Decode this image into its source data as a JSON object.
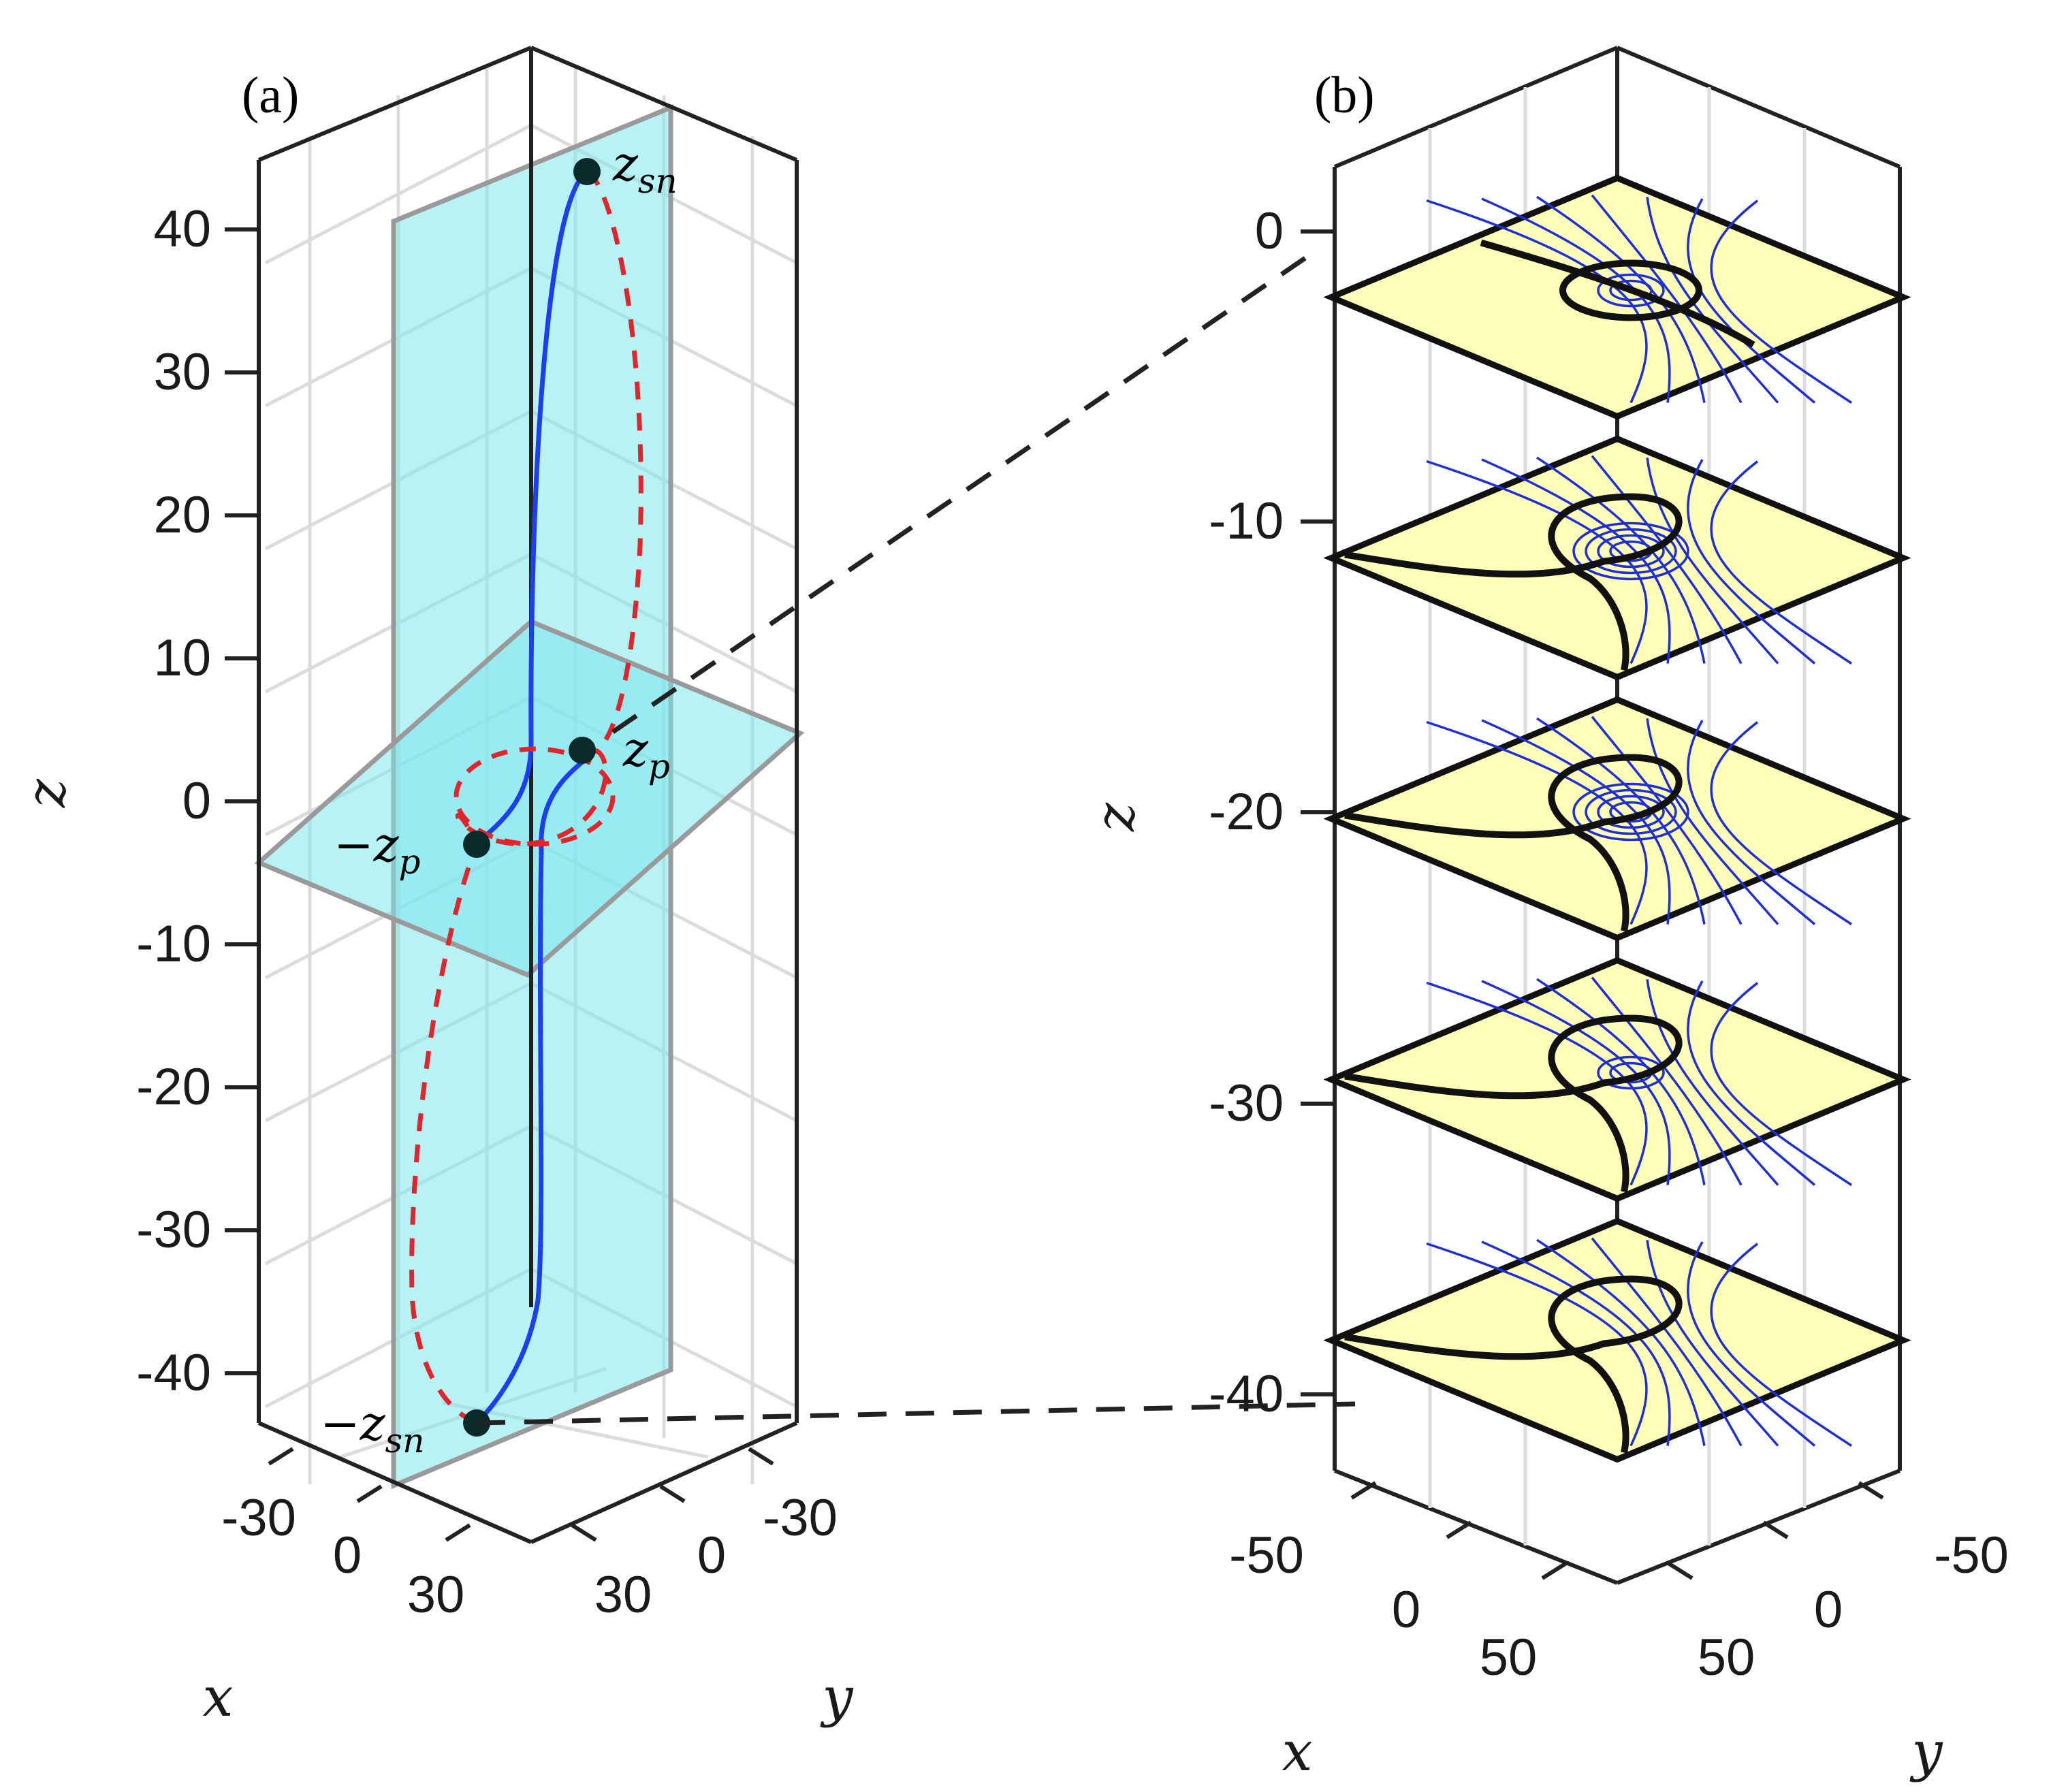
{
  "chart_data": [
    {
      "panel_label": "(a)",
      "type": "line",
      "zlabel": "z",
      "xlabel": "x",
      "ylabel": "y",
      "z_ticks": [
        "40",
        "30",
        "20",
        "10",
        "0",
        "-10",
        "-20",
        "-30",
        "-40"
      ],
      "x_ticks": [
        "-30",
        "0",
        "30"
      ],
      "y_ticks": [
        "-30",
        "0",
        "30"
      ],
      "zlim": [
        -45,
        45
      ],
      "grid": true,
      "planes": [
        {
          "orientation": "vertical",
          "color": "#7ee8ec"
        },
        {
          "orientation": "horizontal",
          "z": 0,
          "color": "#7ee8ec"
        }
      ],
      "series": [
        {
          "style": "solid",
          "color": "#1e3ff0",
          "z": [
            44,
            30,
            15,
            5,
            2,
            -2,
            -5,
            -15,
            -30,
            -44
          ]
        },
        {
          "style": "dashed",
          "color": "#e0262d",
          "z": [
            44,
            25,
            8,
            3,
            -3,
            -8,
            -25,
            -44
          ]
        }
      ],
      "points": [
        {
          "label": "z",
          "sub": "sn",
          "z": 44
        },
        {
          "label": "z",
          "sub": "p",
          "z": 2.5
        },
        {
          "label": "−z",
          "sub": "p",
          "z": -2.5
        },
        {
          "label": "−z",
          "sub": "sn",
          "z": -44
        }
      ]
    },
    {
      "panel_label": "(b)",
      "type": "line",
      "zlabel": "z",
      "xlabel": "x",
      "ylabel": "y",
      "z_ticks": [
        "0",
        "-10",
        "-20",
        "-30",
        "-40"
      ],
      "x_ticks": [
        "-50",
        "0",
        "50"
      ],
      "y_ticks": [
        "-50",
        "0",
        "50"
      ],
      "zlim": [
        -45,
        5
      ],
      "grid": true,
      "slices_z": [
        0,
        -10,
        -20,
        -30,
        -40
      ],
      "slice_color": "#ffffb9",
      "streamline_color": "#1f2fd8"
    }
  ]
}
